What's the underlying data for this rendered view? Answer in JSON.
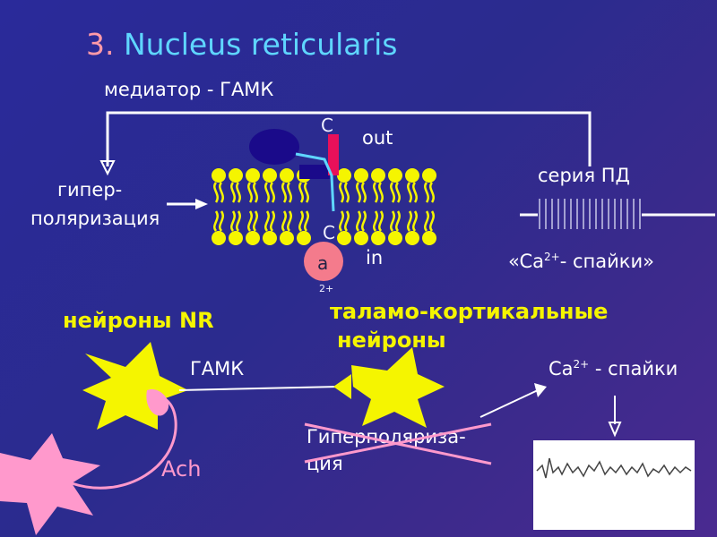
{
  "title": {
    "number": "3.",
    "text": "Nucleus reticularis"
  },
  "labels": {
    "mediator": "медиатор - ГАМК",
    "out": "out",
    "in": "in",
    "hyper_line1": "гипер-",
    "hyper_line2": "поляризация",
    "series": "серия ПД",
    "spikes_prefix": "«Ca",
    "spikes_sup": "2+",
    "spikes_suffix": "-  спайки»",
    "ca_top": "C",
    "ca_bottom": "C",
    "ca_a": "a",
    "ca_charge": "2+",
    "nr_neurons": "нейроны NR",
    "tc_neurons_line1": "таламо-кортикальные",
    "tc_neurons_line2": "нейроны",
    "gaba": "ГАМК",
    "ca_spikes_prefix": "Ca",
    "ca_spikes_sup": "2+",
    "ca_spikes_suffix": " - спайки",
    "ach": "Ach",
    "hyper_crossed_line1": "Гиперполяриза-",
    "hyper_crossed_line2": "ция"
  },
  "colors": {
    "title_text": "#5fd6ff",
    "title_number": "#ff9aa8",
    "nr_neuron": "#f5f500",
    "ach_neuron": "#ff99cc",
    "lipid_head": "#f5f500",
    "channel": "#1a0a8a",
    "ca_ion": "#f47b8c"
  },
  "icons": {
    "membrane": "lipid-bilayer-icon",
    "channel": "calcium-channel-icon",
    "scope": "eeg-trace-icon"
  }
}
